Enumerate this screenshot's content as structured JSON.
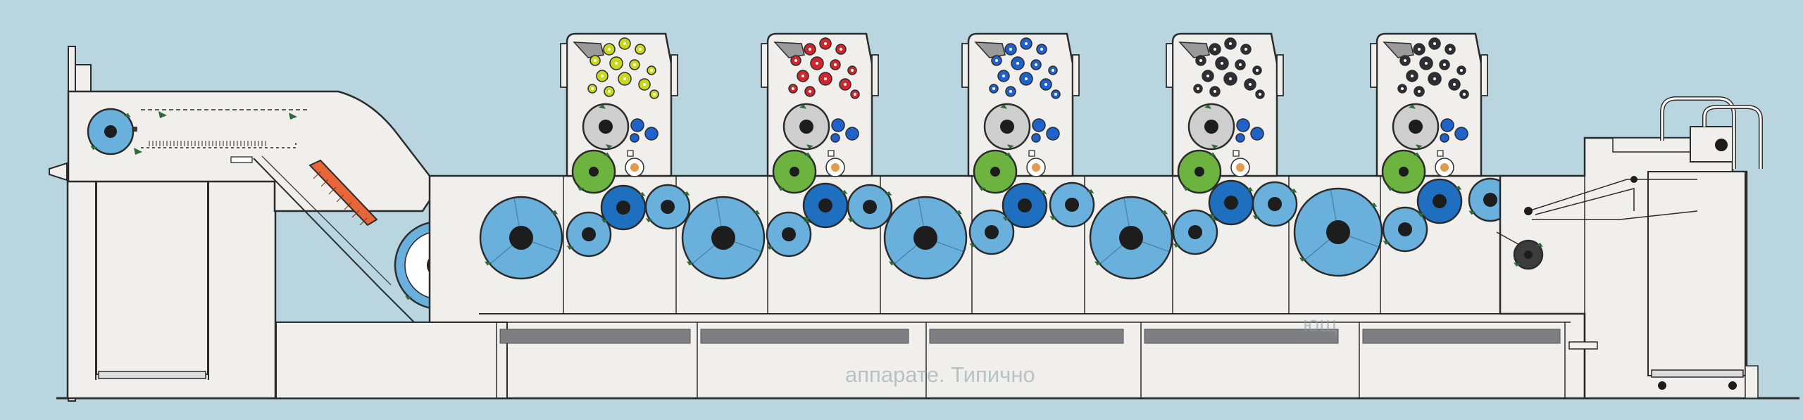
{
  "background_text": {
    "line_1": "ющ",
    "line_2": "аппарате. Типично",
    "small_1": "",
    "small_2": ""
  },
  "colors": {
    "background": "#b9d6e0",
    "frame": "#f1efeb",
    "outline": "#2b2b2b",
    "cylinder_blue": "#6ab0dc",
    "cylinder_dark_blue": "#1f6fc0",
    "plate_gray": "#cfcfcf",
    "dampening_green": "#6db33f",
    "ink_yellow": "#c9d81a",
    "ink_red": "#d1262e",
    "ink_blue": "#1f62c9",
    "ink_black": "#2e2e35",
    "feeder_pile": "#e8653a",
    "rail_gray": "#7d7f82"
  },
  "printing_units": [
    {
      "ink": "yellow"
    },
    {
      "ink": "red"
    },
    {
      "ink": "blue"
    },
    {
      "ink": "black"
    },
    {
      "ink": "black"
    }
  ],
  "sections": [
    "feeder",
    "printing-units",
    "delivery"
  ]
}
